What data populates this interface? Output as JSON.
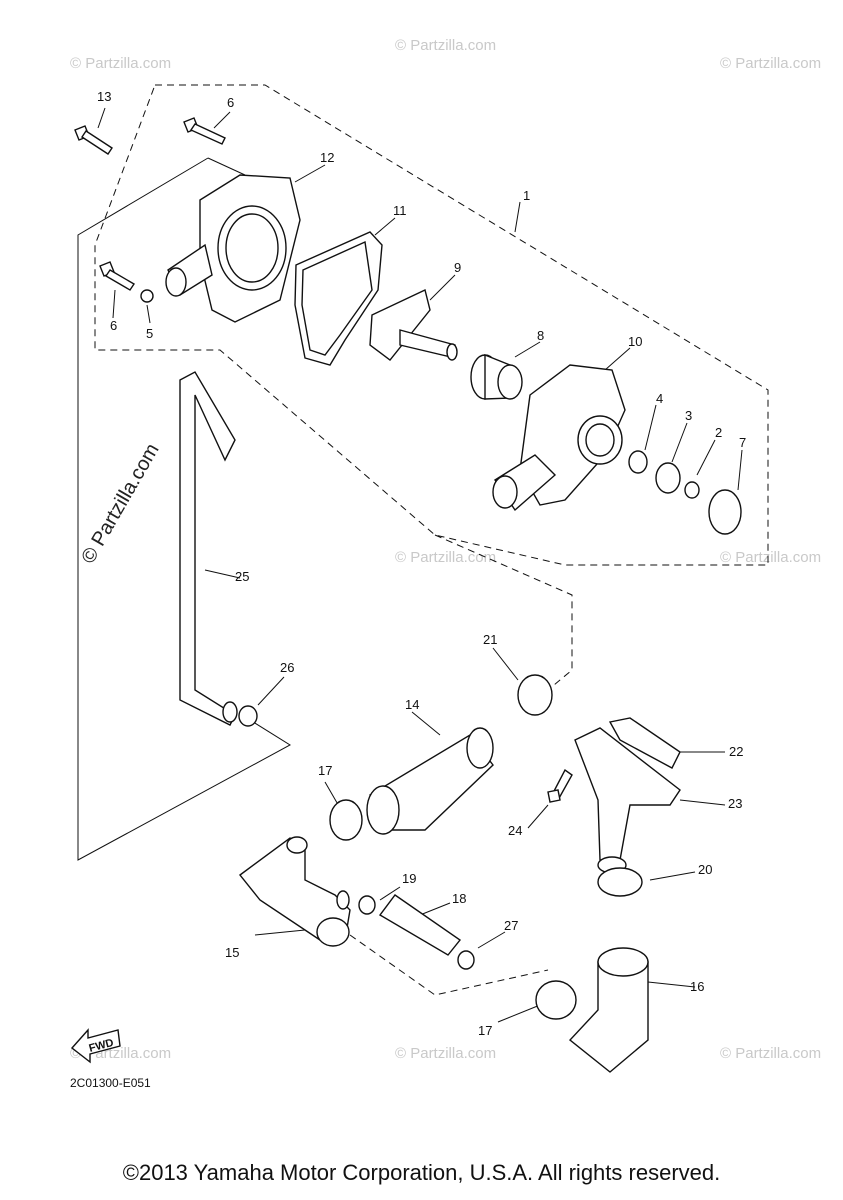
{
  "watermark": {
    "text": "© Partzilla.com",
    "vertical_text": "© Partzilla.com"
  },
  "diagram_code": "2C01300-E051",
  "fwd_label": "FWD",
  "copyright": "©2013 Yamaha Motor Corporation, U.S.A. All rights reserved.",
  "callouts": {
    "c1": "1",
    "c2": "2",
    "c3": "3",
    "c4": "4",
    "c5": "5",
    "c6a": "6",
    "c6b": "6",
    "c7": "7",
    "c8": "8",
    "c9": "9",
    "c10": "10",
    "c11": "11",
    "c12": "12",
    "c13": "13",
    "c14": "14",
    "c15": "15",
    "c16": "16",
    "c17a": "17",
    "c17b": "17",
    "c18": "18",
    "c19": "19",
    "c20": "20",
    "c21": "21",
    "c22": "22",
    "c23": "23",
    "c24": "24",
    "c25": "25",
    "c26": "26",
    "c27": "27"
  }
}
